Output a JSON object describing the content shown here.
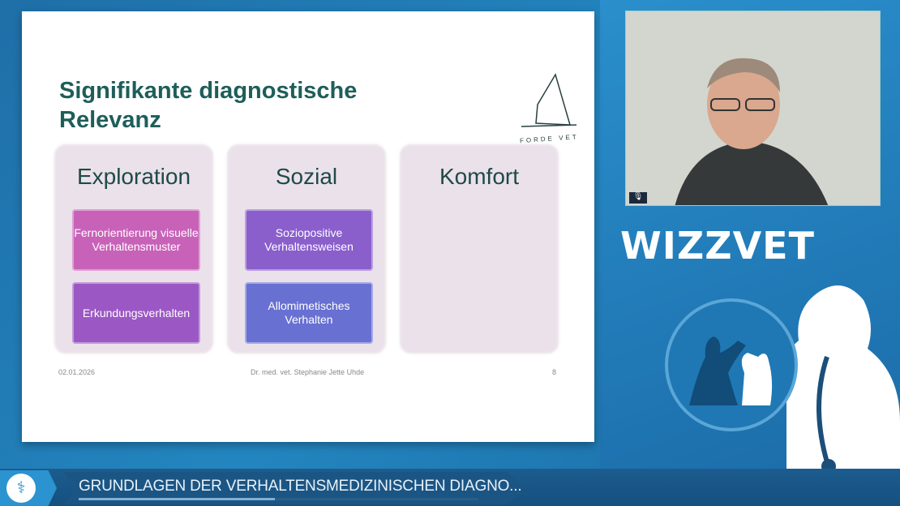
{
  "slide": {
    "title_line1": "Signifikante diagnostische",
    "title_line2": "Relevanz",
    "logo_text": "FORDE VET",
    "columns": [
      {
        "heading": "Exploration",
        "items": [
          "Fernorientierung visuelle Verhaltensmuster",
          "Erkundungsverhalten"
        ]
      },
      {
        "heading": "Sozial",
        "items": [
          "Sozio­positive Verhaltensweisen",
          "Allomimetisches Verhalten"
        ]
      },
      {
        "heading": "Komfort",
        "items": []
      }
    ],
    "footer": {
      "date": "02.01.2026",
      "author": "Dr. med. vet. Stephanie Jette Uhde",
      "page": "8"
    }
  },
  "brand": {
    "name": "WIZZVET"
  },
  "player": {
    "title": "GRUNDLAGEN DER VERHALTENSMEDIZINISCHEN DIAGNO...",
    "progress": 0.49
  },
  "colors": {
    "pink": "#c25fb8",
    "purple": "#9a5cc4",
    "violet": "#8a62cc",
    "blue": "#6a6fd0"
  }
}
